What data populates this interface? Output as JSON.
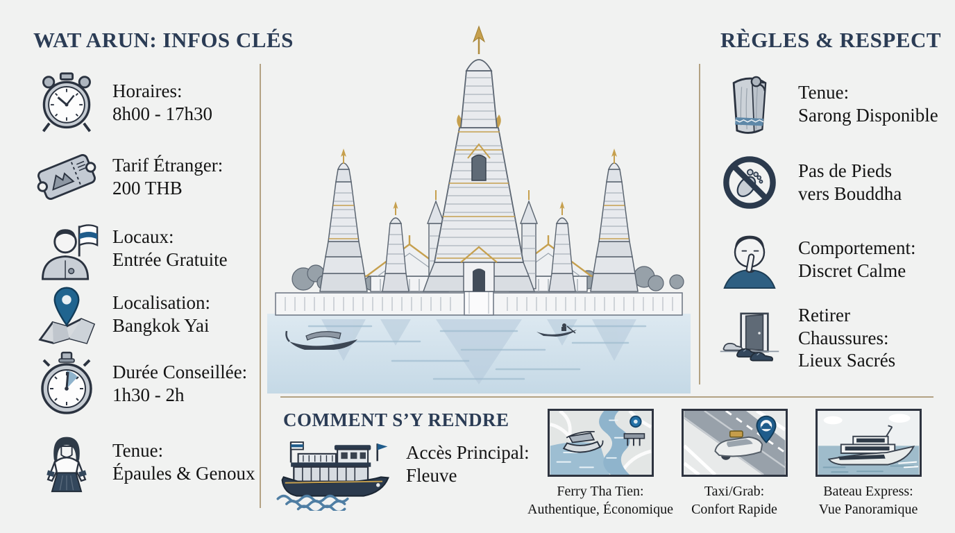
{
  "colors": {
    "background": "#f1f2f1",
    "heading_navy": "#2b3c55",
    "body_text": "#141414",
    "divider_tan": "#b3a283",
    "accent_blue": "#20648f",
    "dark_navy": "#2b3a4d",
    "gold": "#c6a04e",
    "water_blue": "#cfe0ea"
  },
  "left_panel": {
    "title": "WAT ARUN: INFOS CLÉS",
    "items": [
      {
        "icon": "alarm-clock-icon",
        "line1": "Horaires:",
        "line2": "8h00 - 17h30"
      },
      {
        "icon": "ticket-icon",
        "line1": "Tarif Étranger:",
        "line2": "200 THB"
      },
      {
        "icon": "person-thai-flag-icon",
        "line1": "Locaux:",
        "line2": "Entrée Gratuite"
      },
      {
        "icon": "map-pin-icon",
        "line1": "Localisation:",
        "line2": "Bangkok Yai"
      },
      {
        "icon": "stopwatch-icon",
        "line1": "Durée Conseillée:",
        "line2": "1h30 - 2h"
      },
      {
        "icon": "modest-dress-icon",
        "line1": "Tenue:",
        "line2": "Épaules & Genoux"
      }
    ]
  },
  "center_illustration": {
    "alt": "Illustration du temple Wat Arun au bord du fleuve, avec prangs, reflets et bateaux"
  },
  "right_panel": {
    "title": "RÈGLES & RESPECT",
    "items": [
      {
        "icon": "sarong-icon",
        "line1": "Tenue:",
        "line2": "Sarong Disponible"
      },
      {
        "icon": "no-feet-icon",
        "line1": "Pas de Pieds",
        "line2": "vers Bouddha"
      },
      {
        "icon": "quiet-person-icon",
        "line1": "Comportement:",
        "line2": "Discret Calme"
      },
      {
        "icon": "door-shoes-icon",
        "line1": "Retirer",
        "line2": "Chaussures:",
        "line3": "Lieux Sacrés"
      }
    ]
  },
  "bottom_panel": {
    "title": "COMMENT S’Y RENDRE",
    "access": {
      "icon": "ferry-boat-icon",
      "line1": "Accès Principal:",
      "line2": "Fleuve"
    },
    "options": [
      {
        "image": "ferry-map-illustration",
        "caption1": "Ferry Tha Tien:",
        "caption2": "Authentique, Économique"
      },
      {
        "image": "taxi-road-illustration",
        "caption1": "Taxi/Grab:",
        "caption2": "Confort Rapide"
      },
      {
        "image": "express-boat-illustration",
        "caption1": "Bateau Express:",
        "caption2": "Vue Panoramique"
      }
    ]
  }
}
